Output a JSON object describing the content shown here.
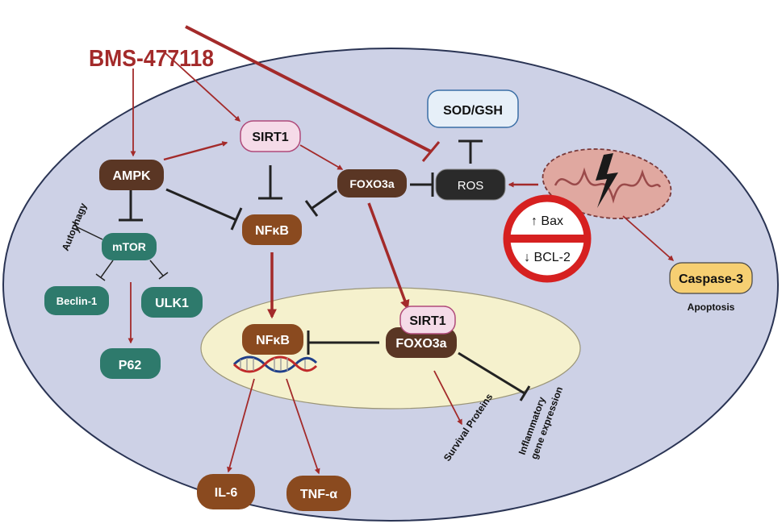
{
  "drug": "BMS-477118",
  "nodes": {
    "ampk": "AMPK",
    "sirt1_cyto": "SIRT1",
    "foxo3a_cyto": "FOXO3a",
    "ros": "ROS",
    "sod_gsh": "SOD/GSH",
    "nfkb_cyto": "NFκB",
    "mtor": "mTOR",
    "beclin1": "Beclin-1",
    "ulk1": "ULK1",
    "p62": "P62",
    "nfkb_nuc": "NFκB",
    "sirt1_nuc": "SIRT1",
    "foxo3a_nuc": "FOXO3a",
    "il6": "IL-6",
    "tnfa": "TNF-α",
    "caspase3": "Caspase-3"
  },
  "labels": {
    "autophagy": "Autophagy",
    "apoptosis": "Apoptosis",
    "bax": "↑ Bax",
    "bcl2": "↓ BCL-2",
    "survival": "Survival Proteins",
    "inflammatory_1": "Inflammatory",
    "inflammatory_2": "gene expression"
  },
  "colors": {
    "cell_fill": "#cdd1e6",
    "nucleus_fill": "#f5f1cd",
    "brown": "#8a4a1f",
    "dark_brown": "#5a3624",
    "teal": "#2e7a6c",
    "arrow_red": "#a32a2a",
    "inhibit_black": "#222222",
    "no_sign_red": "#d62020",
    "mito_fill": "#e0a8a0",
    "caspase_fill": "#f6cf72",
    "sirt1_fill": "#f5dbe8",
    "sod_fill": "#e6eff8"
  }
}
